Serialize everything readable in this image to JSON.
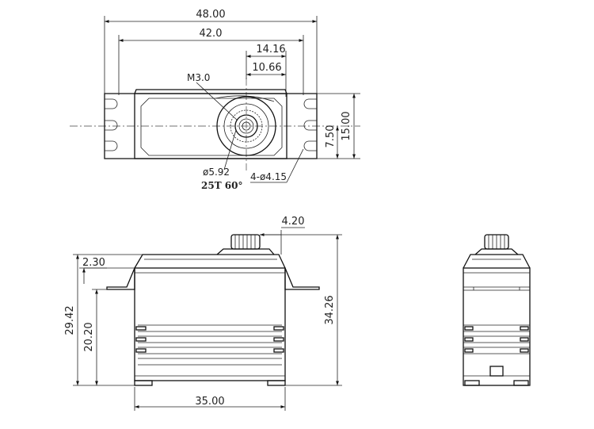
{
  "top_view": {
    "dim_overall": "48.00",
    "dim_mount": "42.0",
    "dim_shaft_a": "14.16",
    "dim_shaft_b": "10.66",
    "dim_height_half": "7.50",
    "dim_height": "15.00",
    "label_thread": "M3.0",
    "label_spline_dia": "ø5.92",
    "label_spline": "25T 60°",
    "label_holes": "4-ø4.15"
  },
  "front_view": {
    "dim_shaft_off": "4.20",
    "dim_flange": "2.30",
    "dim_ear_height": "29.42",
    "dim_body_base": "20.20",
    "dim_total_height": "34.26",
    "dim_width": "35.00"
  }
}
